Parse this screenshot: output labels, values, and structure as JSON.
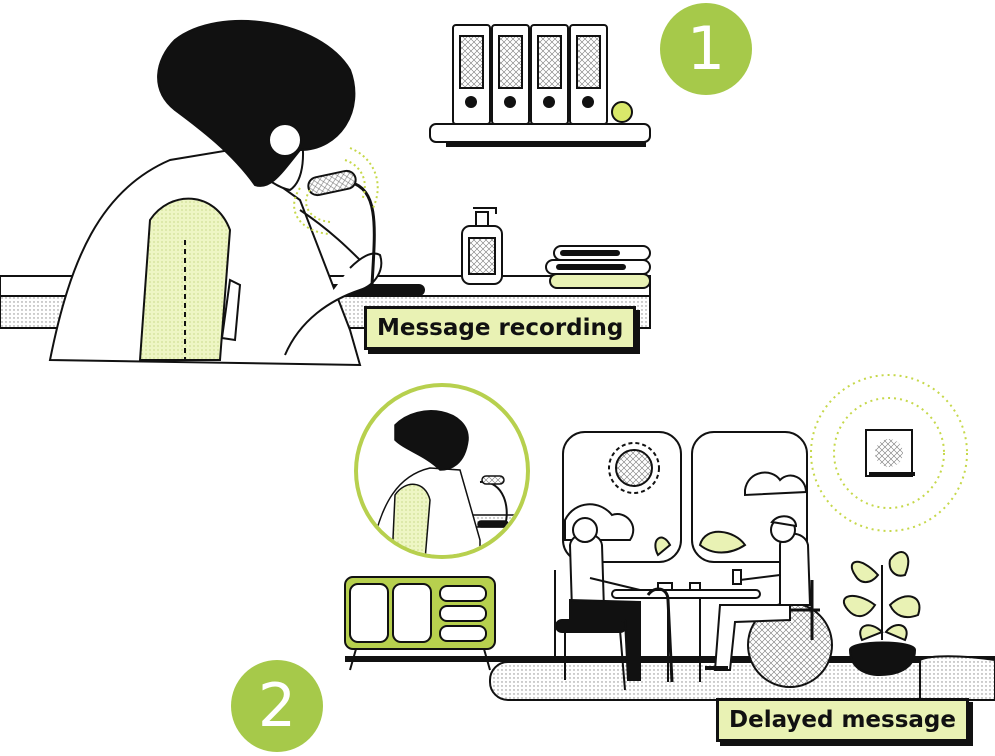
{
  "steps": [
    {
      "number": "1",
      "caption": "Message recording"
    },
    {
      "number": "2",
      "caption": "Delayed message"
    }
  ],
  "colors": {
    "accent": "#a6c94a",
    "light_green": "#e9f2b4",
    "ink": "#111111"
  },
  "icons": [
    "microphone-icon",
    "speaker-icon",
    "sound-wave-icon"
  ]
}
